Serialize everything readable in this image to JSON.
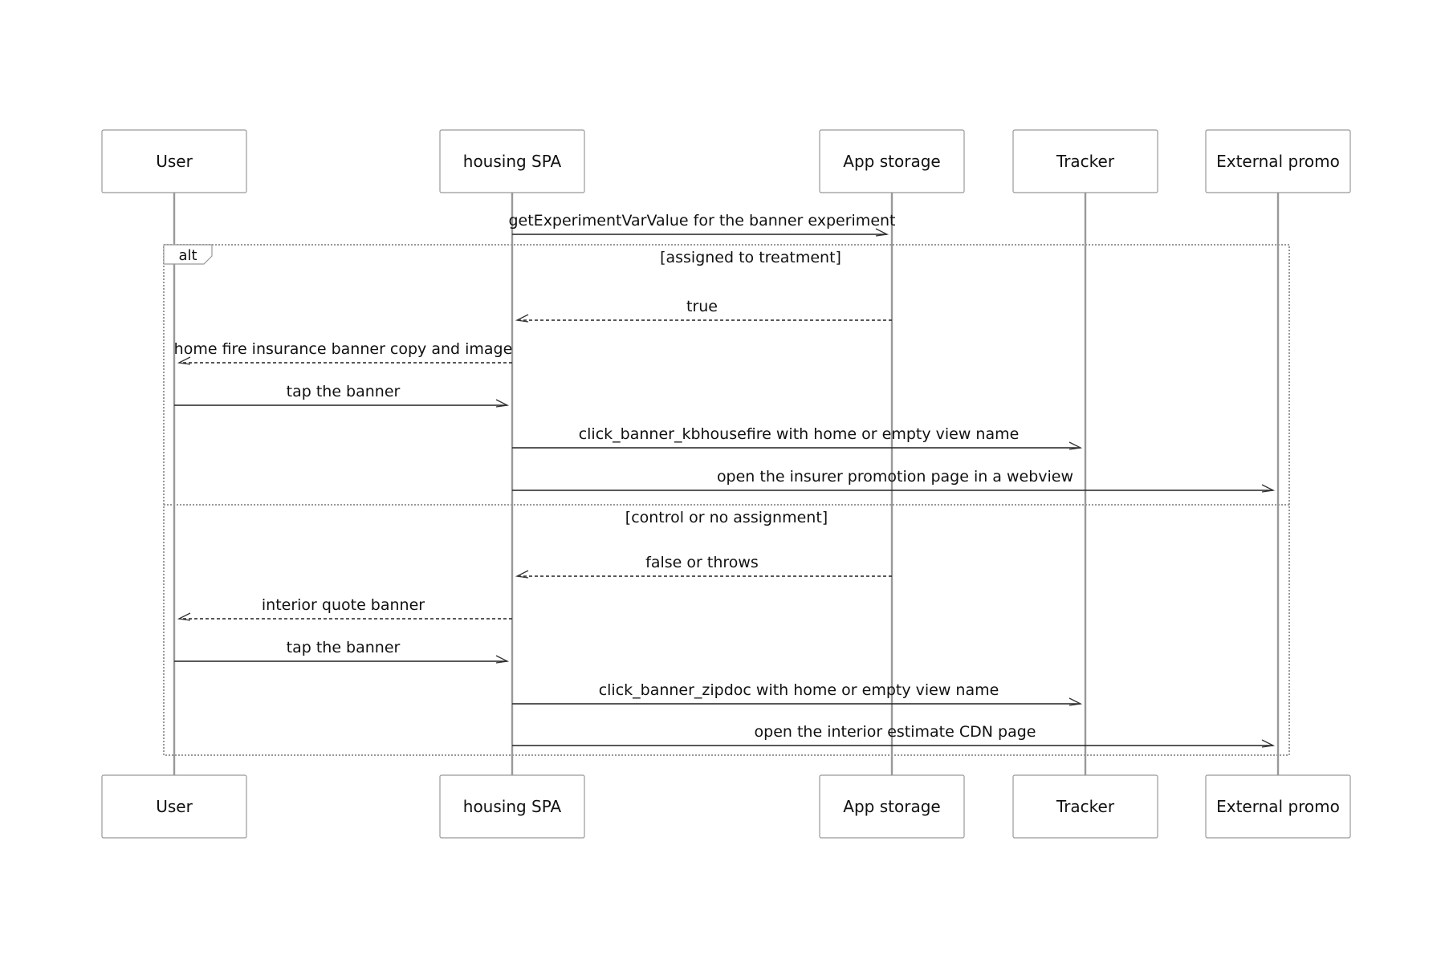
{
  "participants": [
    {
      "id": "user",
      "label": "User"
    },
    {
      "id": "spa",
      "label": "housing SPA"
    },
    {
      "id": "storage",
      "label": "App storage"
    },
    {
      "id": "tracker",
      "label": "Tracker"
    },
    {
      "id": "promo",
      "label": "External promo"
    }
  ],
  "messages": [
    {
      "from": "spa",
      "to": "storage",
      "label": "getExperimentVarValue for the banner experiment",
      "style": "solid"
    },
    {
      "from": "storage",
      "to": "spa",
      "label": "true",
      "style": "dashed"
    },
    {
      "from": "spa",
      "to": "user",
      "label": "home fire insurance banner copy and image",
      "style": "dashed"
    },
    {
      "from": "user",
      "to": "spa",
      "label": "tap the banner",
      "style": "solid"
    },
    {
      "from": "spa",
      "to": "tracker",
      "label": "click_banner_kbhousefire with home or empty view name",
      "style": "solid"
    },
    {
      "from": "spa",
      "to": "promo",
      "label": "open the insurer promotion page in a webview",
      "style": "solid"
    },
    {
      "from": "storage",
      "to": "spa",
      "label": "false or throws",
      "style": "dashed"
    },
    {
      "from": "spa",
      "to": "user",
      "label": "interior quote banner",
      "style": "dashed"
    },
    {
      "from": "user",
      "to": "spa",
      "label": "tap the banner",
      "style": "solid"
    },
    {
      "from": "spa",
      "to": "tracker",
      "label": "click_banner_zipdoc with home or empty view name",
      "style": "solid"
    },
    {
      "from": "spa",
      "to": "promo",
      "label": "open the interior estimate CDN page",
      "style": "solid"
    }
  ],
  "alt_frame": {
    "tag": "alt",
    "sections": [
      {
        "guard": "[assigned to treatment]"
      },
      {
        "guard": "[control or no assignment]"
      }
    ]
  },
  "colors": {
    "box_stroke": "#999999",
    "line": "#222222",
    "text": "#111111"
  }
}
